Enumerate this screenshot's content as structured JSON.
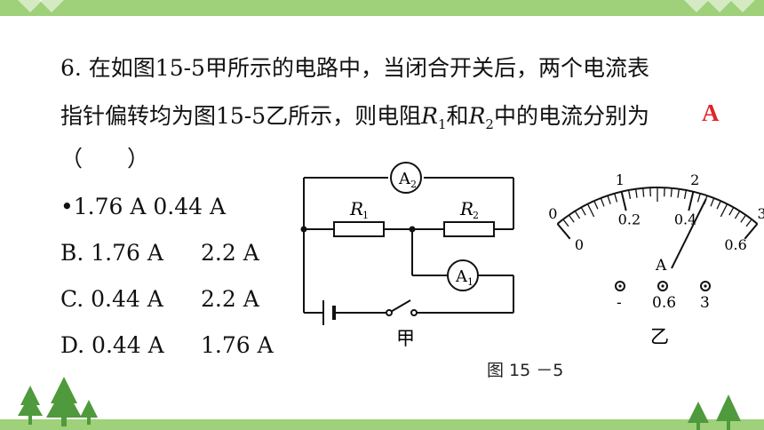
{
  "question": {
    "line1": "6. 在如图15-5甲所示的电路中，当闭合开关后，两个电流表",
    "line2_a": "指针偏转均为图15-5乙所示，则电阻",
    "r1": "R",
    "r1_sub": "1",
    "line2_b": "和",
    "r2": "R",
    "r2_sub": "2",
    "line2_c": "中的电流分别为",
    "line3": "（　　）"
  },
  "options": [
    {
      "label": "•1.76 A 0.44 A",
      "v2": ""
    },
    {
      "label": "B. 1.76 A",
      "v2": "2.2 A"
    },
    {
      "label": "C. 0.44 A",
      "v2": "2.2 A"
    },
    {
      "label": "D. 0.44 A",
      "v2": "1.76 A"
    }
  ],
  "answer": "A",
  "circuit": {
    "ammeter_a2": "A",
    "ammeter_a2_sub": "2",
    "ammeter_a1": "A",
    "ammeter_a1_sub": "1",
    "resistor_r1": "R",
    "resistor_r1_sub": "1",
    "resistor_r2": "R",
    "resistor_r2_sub": "2",
    "label": "甲"
  },
  "meter": {
    "top_ticks": [
      "0",
      "1",
      "2",
      "3"
    ],
    "bottom_ticks": [
      "0",
      "0.2",
      "0.4",
      "0.6"
    ],
    "unit": "A",
    "terminals": [
      "-",
      "0.6",
      "3"
    ],
    "label": "乙",
    "needle_value": 0.44
  },
  "figure_caption": "图 15 －5",
  "colors": {
    "band": "#9fd07a",
    "tree": "#4f9a3c",
    "answer": "#e0252b"
  }
}
